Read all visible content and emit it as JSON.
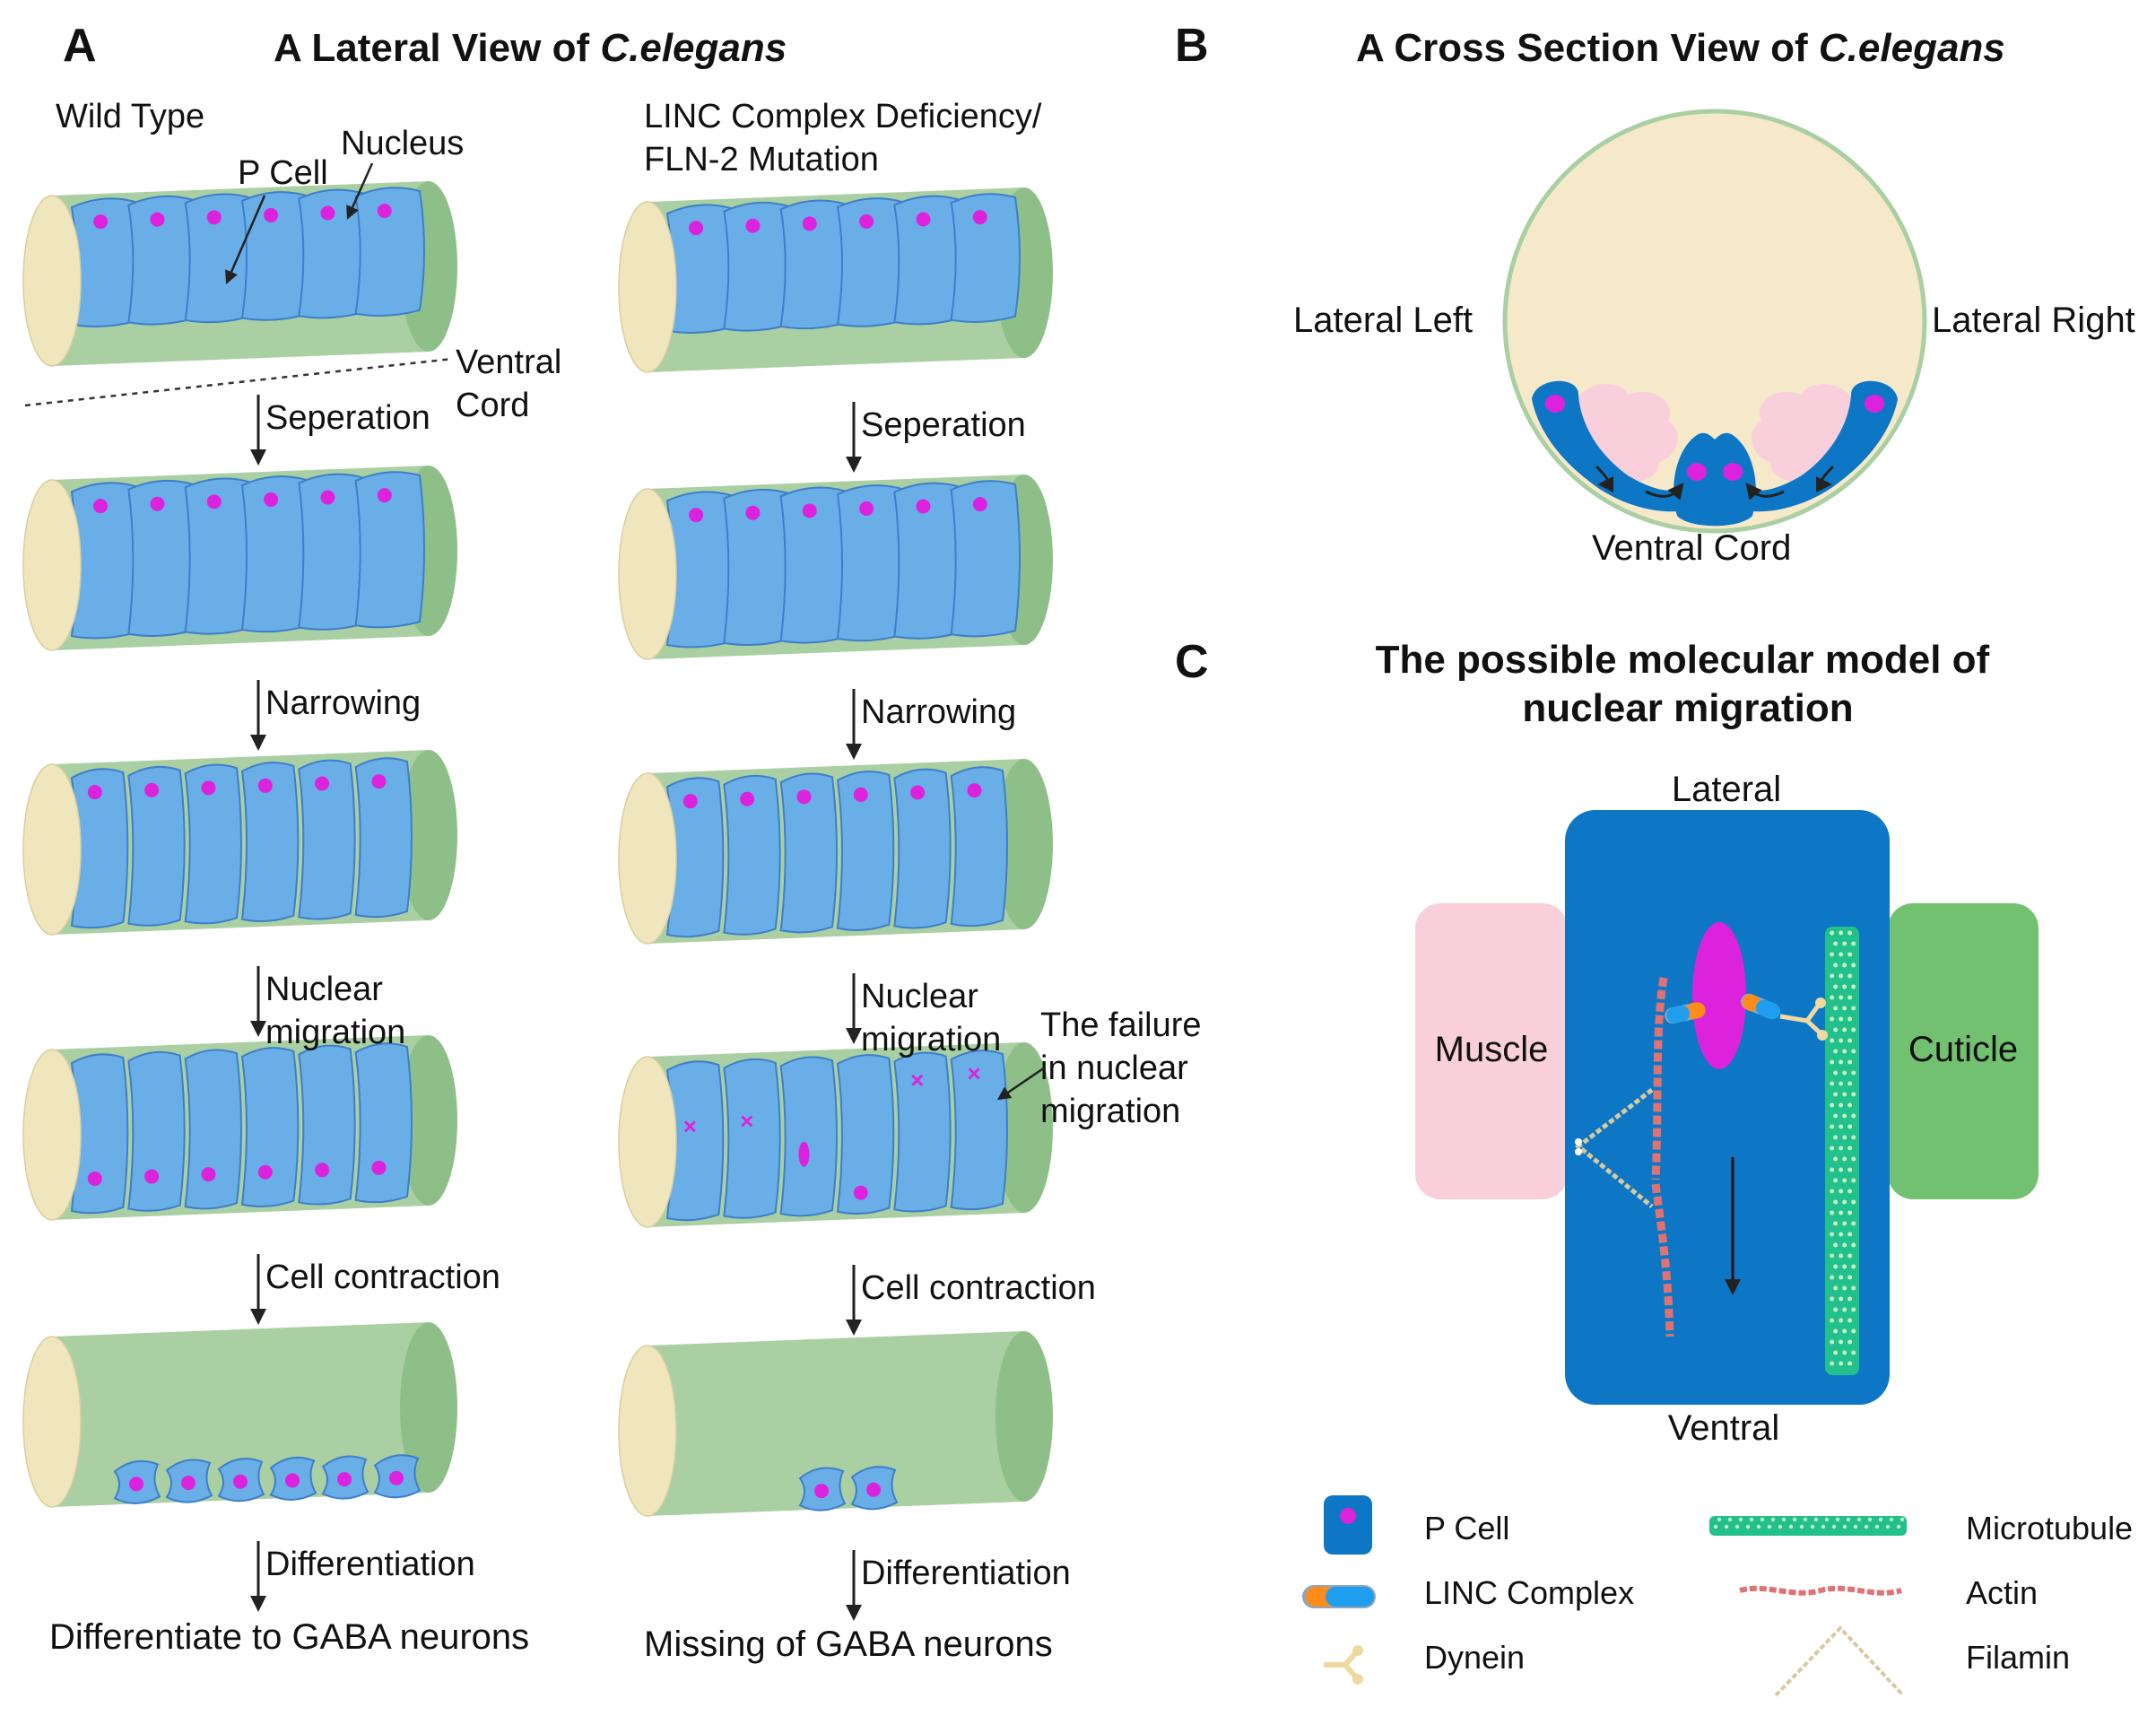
{
  "panel_a": {
    "letter": "A",
    "title_prefix": "A Lateral View of ",
    "title_italic": "C.elegans",
    "wild_type": {
      "column_label": "Wild Type",
      "p_cell_label": "P Cell",
      "nucleus_label": "Nucleus",
      "ventral_cord_label": [
        "Ventral",
        "Cord"
      ],
      "steps": [
        [
          "Seperation"
        ],
        [
          "Narrowing"
        ],
        [
          "Nuclear",
          "migration"
        ],
        [
          "Cell contraction"
        ],
        [
          "Differentiation"
        ]
      ],
      "outcome": "Differentiate to GABA neurons"
    },
    "mutant": {
      "column_label": [
        "LINC Complex Deficiency/",
        "FLN-2 Mutation"
      ],
      "failure_label": [
        "The failure",
        "in nuclear",
        "migration"
      ],
      "steps": [
        [
          "Seperation"
        ],
        [
          "Narrowing"
        ],
        [
          "Nuclear",
          "migration"
        ],
        [
          "Cell contraction"
        ],
        [
          "Differentiation"
        ]
      ],
      "outcome": "Missing of GABA neurons"
    }
  },
  "panel_b": {
    "letter": "B",
    "title_prefix": "A Cross Section View of ",
    "title_italic": "C.elegans",
    "lateral_left": "Lateral Left",
    "lateral_right": "Lateral Right",
    "ventral_cord": "Ventral Cord"
  },
  "panel_c": {
    "letter": "C",
    "title": [
      "The possible molecular model of",
      "nuclear migration"
    ],
    "lateral": "Lateral",
    "ventral": "Ventral",
    "muscle": "Muscle",
    "cuticle": "Cuticle"
  },
  "legend": {
    "items": [
      {
        "label": "P Cell",
        "icon": "p-cell-icon"
      },
      {
        "label": "LINC Complex",
        "icon": "linc-complex-icon"
      },
      {
        "label": "Dynein",
        "icon": "dynein-icon"
      },
      {
        "label": "Microtubule",
        "icon": "microtubule-icon"
      },
      {
        "label": "Actin",
        "icon": "actin-icon"
      },
      {
        "label": "Filamin",
        "icon": "filamin-icon"
      }
    ]
  },
  "colors": {
    "cell_blue": "#6aaee8",
    "cell_stroke": "#3d7fc9",
    "nucleus": "#dd22dd",
    "hypodermis_green": "#a9cfa2",
    "cylinder_end": "#efe6bd",
    "dark_blue": "#0d77c5",
    "pink": "#f8cfdb",
    "cuticle_green": "#72c170",
    "cross_section_fill": "#f5e9c9",
    "microtubule": "#22c08a",
    "actin": "#e07272",
    "filamin": "#d9c9a0"
  }
}
